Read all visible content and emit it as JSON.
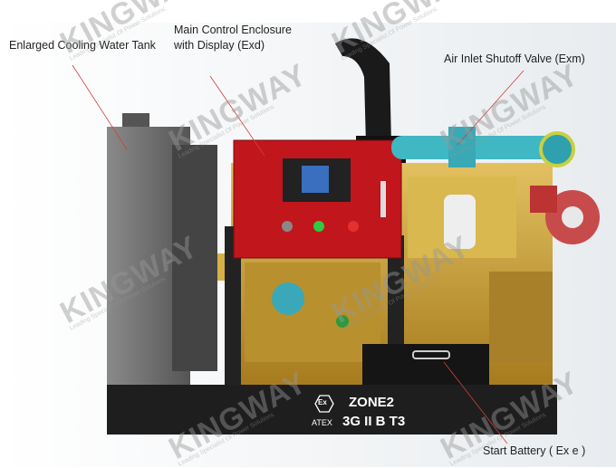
{
  "labels": {
    "cooling_tank": "Enlarged Cooling Water Tank",
    "control_enclosure_line1": "Main Control Enclosure",
    "control_enclosure_line2": "with Display  (Exd)",
    "air_valve": "Air Inlet Shutoff Valve  (Exm)",
    "start_battery": "Start Battery  ( Ex e )"
  },
  "nameplate": {
    "ex_mark": "Ex",
    "zone": "ZONE2",
    "atex": "ATEX",
    "rating": "3G II B T3"
  },
  "watermark": {
    "brand": "KINGWAY",
    "tagline": "Leading Specialist Of Power Solutions"
  },
  "colors": {
    "enclosure": "#c0161c",
    "engine": "#c9a23a",
    "tank": "#6e6e6e",
    "base": "#1e1e1e",
    "air_pipe": "#3fb8c4",
    "leader_line": "#d04040"
  }
}
